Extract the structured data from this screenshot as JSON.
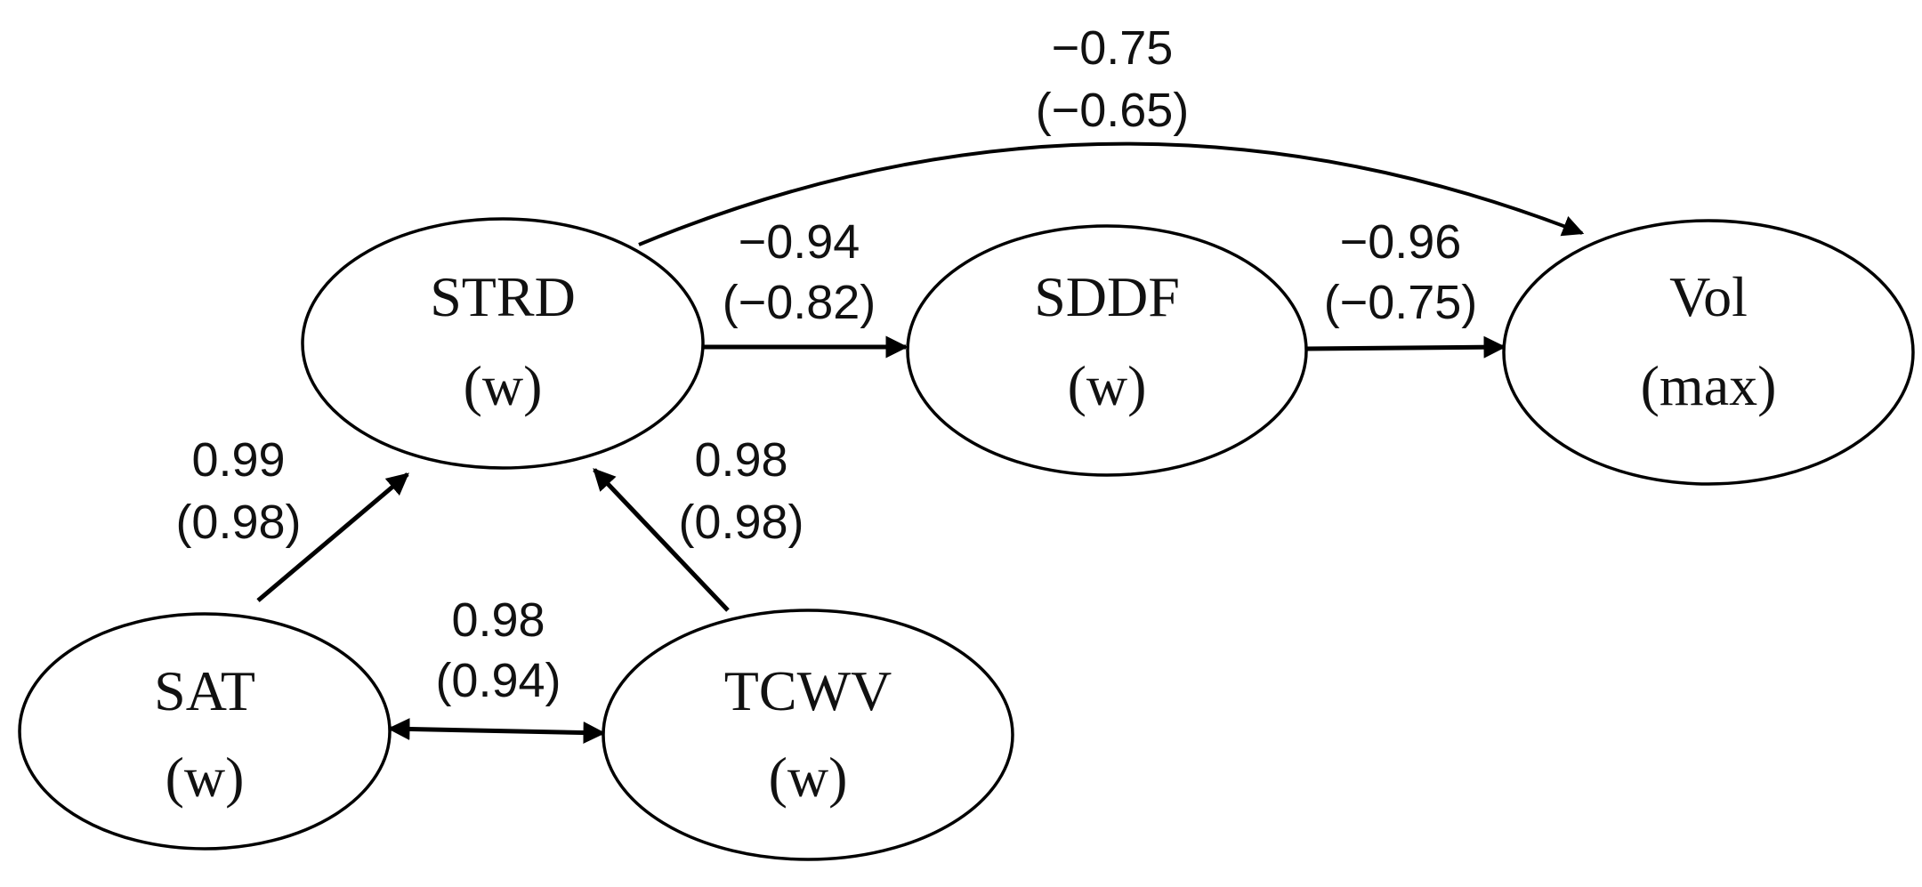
{
  "nodes": {
    "strd": {
      "name": "STRD",
      "sub": "(w)"
    },
    "sddf": {
      "name": "SDDF",
      "sub": "(w)"
    },
    "vol": {
      "name": "Vol",
      "sub": "(max)"
    },
    "sat": {
      "name": "SAT",
      "sub": "(w)"
    },
    "tcwv": {
      "name": "TCWV",
      "sub": "(w)"
    }
  },
  "edges": {
    "strd_vol": {
      "value": "−0.75",
      "paren": "(−0.65)"
    },
    "strd_sddf": {
      "value": "−0.94",
      "paren": "(−0.82)"
    },
    "sddf_vol": {
      "value": "−0.96",
      "paren": "(−0.75)"
    },
    "sat_strd": {
      "value": "0.99",
      "paren": "(0.98)"
    },
    "tcwv_strd": {
      "value": "0.98",
      "paren": "(0.98)"
    },
    "sat_tcwv": {
      "value": "0.98",
      "paren": "(0.94)"
    }
  }
}
